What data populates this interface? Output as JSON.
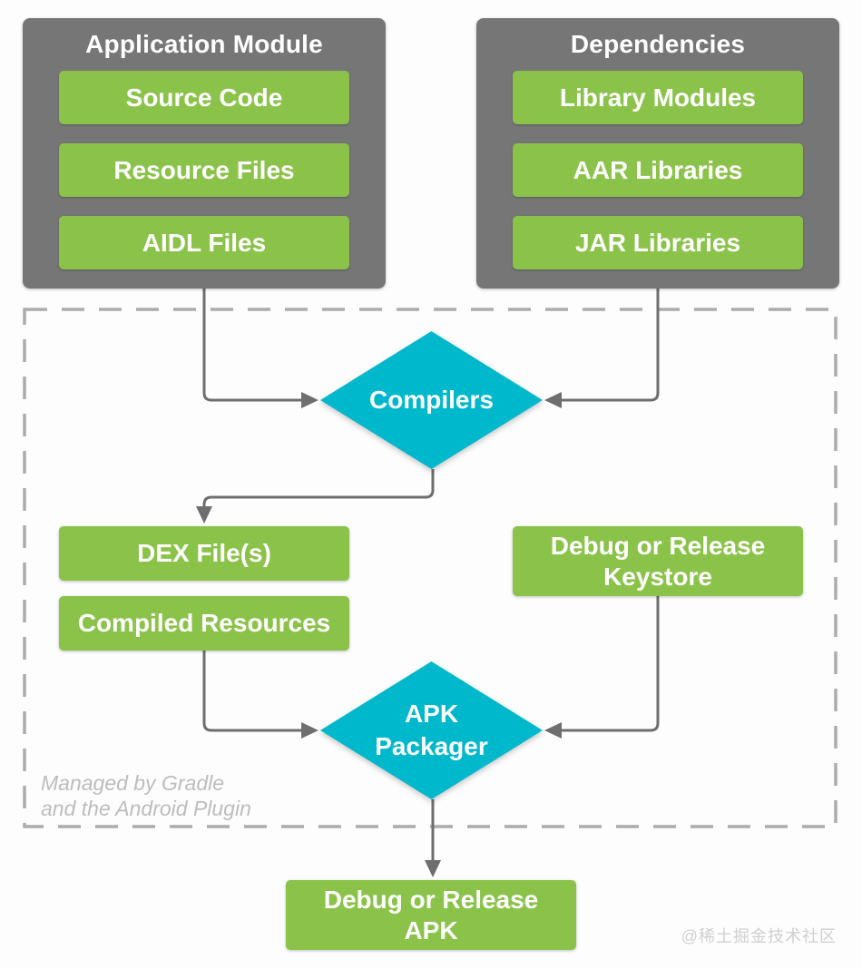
{
  "colors": {
    "background": "#fdfdfd",
    "green": "#8BC34A",
    "gray_box": "#767676",
    "cyan": "#00B8CC",
    "connector": "#6E6E6E",
    "dashed_border": "#ACACAC",
    "label_text": "#FFFFFF",
    "note_text": "#BDBDBD",
    "watermark_text": "#D0D0D0"
  },
  "application_module": {
    "title": "Application Module",
    "items": [
      {
        "label": "Source Code"
      },
      {
        "label": "Resource Files"
      },
      {
        "label": "AIDL Files"
      }
    ]
  },
  "dependencies": {
    "title": "Dependencies",
    "items": [
      {
        "label": "Library Modules"
      },
      {
        "label": "AAR Libraries"
      },
      {
        "label": "JAR Libraries"
      }
    ]
  },
  "build_region": {
    "note_line1": "Managed by Gradle",
    "note_line2": "and the Android Plugin",
    "compilers": {
      "label": "Compilers"
    },
    "dex": {
      "label": "DEX File(s)"
    },
    "compiled_resources": {
      "label": "Compiled Resources"
    },
    "keystore": {
      "label_line1": "Debug or Release",
      "label_line2": "Keystore"
    },
    "apk_packager": {
      "label_line1": "APK",
      "label_line2": "Packager"
    }
  },
  "output": {
    "apk": {
      "label_line1": "Debug or Release",
      "label_line2": "APK"
    }
  },
  "watermark": "@稀土掘金技术社区"
}
